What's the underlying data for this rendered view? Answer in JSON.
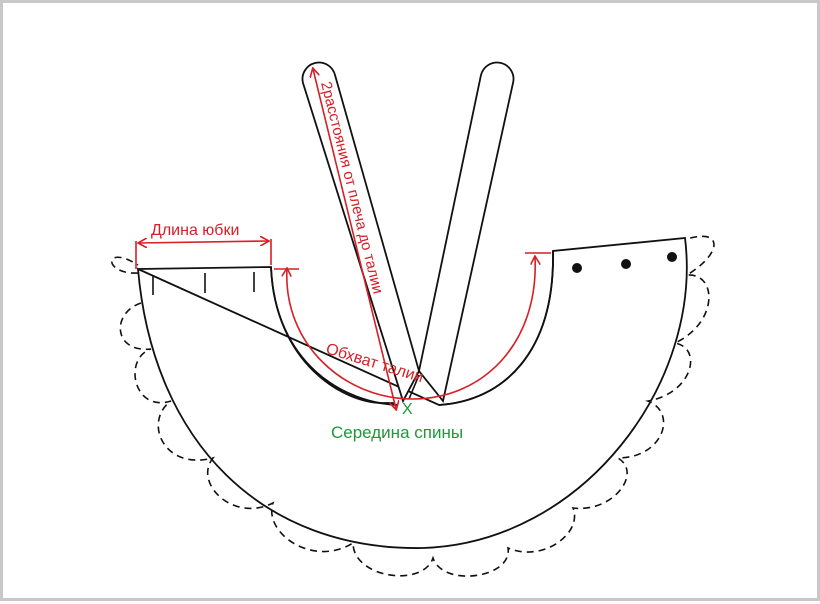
{
  "labels": {
    "skirt_length": "Длина юбки",
    "strap_length": "2расстояния от плеча до талии",
    "waist": "Обхват талии",
    "center_mark": "X",
    "center_back": "Середина спины"
  },
  "colors": {
    "outline": "#111111",
    "dimension": "#d61f26",
    "center": "#1a9a3a",
    "background": "#ffffff",
    "frame": "#c8c8c8"
  },
  "buttons": {
    "count": 3
  }
}
